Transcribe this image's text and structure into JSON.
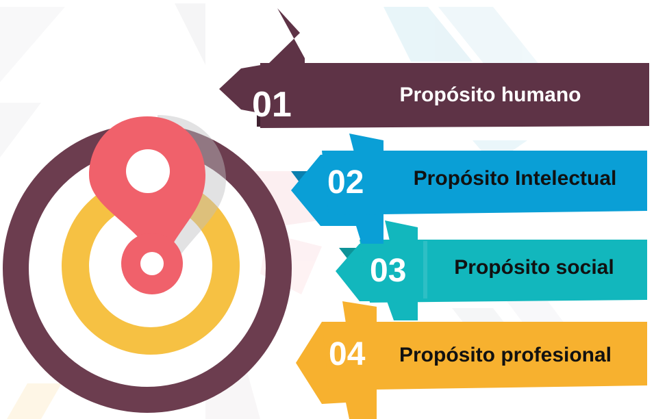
{
  "items": [
    {
      "number": "01",
      "label": "Propósito humano"
    },
    {
      "number": "02",
      "label": "Propósito Intelectual"
    },
    {
      "number": "03",
      "label": "Propósito social"
    },
    {
      "number": "04",
      "label": "Propósito profesional"
    }
  ],
  "colors": {
    "item1": "#5e3346",
    "item1_dark": "#3f2130",
    "item2": "#0a9fd6",
    "item2_dark": "#0b7fae",
    "item3": "#12b7bd",
    "item3_dark": "#0d9398",
    "item4": "#f7b12f",
    "item4_dark": "#e69812",
    "target_outer": "#6c3d4f",
    "target_middle": "#f6c143",
    "pin": "#f0616b"
  },
  "icons": [
    "map-pin-icon",
    "target-icon"
  ]
}
